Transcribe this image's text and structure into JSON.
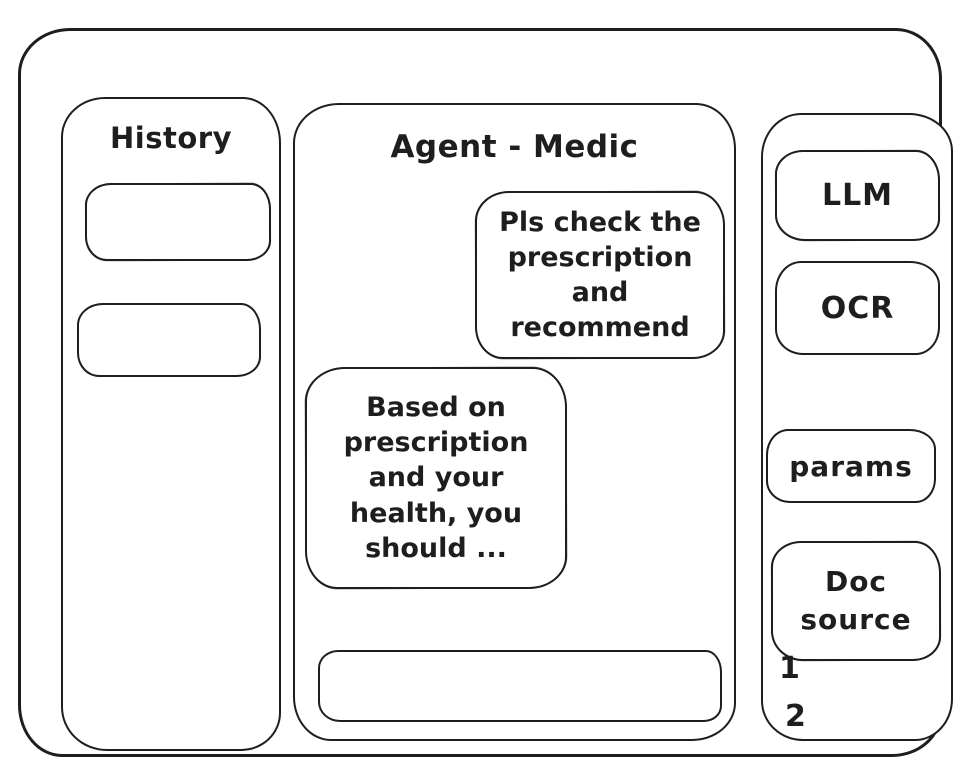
{
  "colors": {
    "stroke": "#1e1e1e",
    "background": "#ffffff"
  },
  "history": {
    "title": "History",
    "items": [
      {
        "label": ""
      },
      {
        "label": ""
      }
    ]
  },
  "chat": {
    "title": "Agent - Medic",
    "messages": [
      {
        "role": "user",
        "text": "Pls check the prescription and recommend"
      },
      {
        "role": "assistant",
        "text": "Based on prescription and your health, you should ..."
      }
    ],
    "input": {
      "value": "",
      "placeholder": ""
    }
  },
  "tools": {
    "buttons": [
      {
        "label": "LLM"
      },
      {
        "label": "OCR"
      },
      {
        "label": "params"
      },
      {
        "label": "Doc source"
      }
    ],
    "doc_sources": [
      "1",
      "2"
    ]
  }
}
